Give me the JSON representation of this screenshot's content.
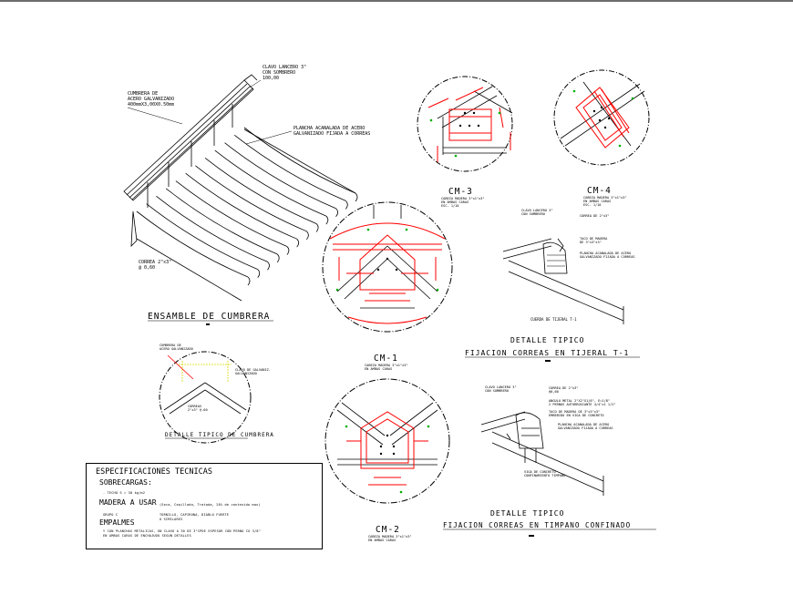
{
  "labels": {
    "ensamble": "ENSAMBLE DE CUMBRERA",
    "detalle_cumbrera": "DETALLE TIPICO DE CUMBRERA",
    "cm1": "CM-1",
    "cm2": "CM-2",
    "cm3": "CM-3",
    "cm4": "CM-4",
    "detalle_tijeral_1": "DETALLE TIPICO",
    "detalle_tijeral_2": "FIJACION CORREAS EN TIJERAL T-1",
    "detalle_timpano_1": "DETALLE TIPICO",
    "detalle_timpano_2": "FIJACION CORREAS EN TIMPANO CONFINADO",
    "cumbrera_note_1": "CUMBRERA DE",
    "cumbrera_note_2": "ACERO GALVANIZADO",
    "cumbrera_note_3": "400mmX3,00X0.50mm",
    "clavo_note_1": "CLAVO LANCERO 3\"",
    "clavo_note_2": "CON SOMBRERO",
    "clavo_note_3": "100,00",
    "plancha_note_1": "PLANCHA ACANALADA DE ACERO",
    "plancha_note_2": "GALVANIZADO FIJADA A CORREAS",
    "correa_note_1": "CORREA 2\"x3\"",
    "correa_note_2": "@ 0,60",
    "cm3_note_1": "CABEZA MADERA 3\"x1\"x3\"",
    "cm3_note_2": "EN AMBAS CARAS",
    "cm3_note_3": "ESC. 1/10",
    "cm4_note_1": "CABEZA MADERA 3\"x1\"x3\"",
    "cm4_note_2": "EN AMBAS CARAS",
    "cm4_note_3": "ESC. 1/10",
    "cm1_note_1": "CABEZA MADERA 3\"x1\"x3\"",
    "cm1_note_2": "EN AMBAS CARAS",
    "cm2_note_1": "CABEZA MADERA 3\"x1\"x3\"",
    "cm2_note_2": "EN AMBAS CARAS",
    "tij_note_1": "CLAVO LANCERO 3\"",
    "tij_note_2": "CON SOMBRERO",
    "tij_note_3": "CORREA DE 2\"x3\"",
    "tij_note_4": "TACO DE MADERA",
    "tij_note_5": "DE 3\"x3\"x3\"",
    "tij_note_6": "PLANCHA ACANALADA DE ACERO",
    "tij_note_7": "GALVANIZADO FIJADA A CORREAS",
    "tij_note_8": "CUERDA DE TIJERAL T-1",
    "tim_note_1": "CLAVO LANCERO 3\"",
    "tim_note_2": "CON SOMBRERO",
    "tim_note_3": "CORREA DE 2\"x3\"",
    "tim_note_4": "@0,60",
    "tim_note_5": "ANGULO METAL 2\"X2\"X1/8\", E=1/8\"",
    "tim_note_6": "2 PERNOS AUTORROSCANTE 4/4\"x1 1/2\"",
    "tim_note_7": "TACO DE MADERA DE 3\"x3\"x3\"",
    "tim_note_8": "EMBEBIDO EN VIGA DE CONCRETO",
    "tim_note_9": "PLANCHA ACANALADA DE ACERO",
    "tim_note_10": "GALVANIZADO FIJADA A CORREAS",
    "tim_note_11": "VIGA DE CONCRETO",
    "tim_note_12": "CONFINAMIENTO TIMPANO",
    "det_note_1": "CUMBRERA DE",
    "det_note_2": "ACERO GALVANIZADO",
    "det_note_3": "CLAVO DE GALVANIZ.",
    "det_note_4": "GALVANIZADO",
    "det_note_5": "CORREAS",
    "det_note_6": "2\"x3\" @.60"
  },
  "spec": {
    "title": "ESPECIFICACIONES TECNICAS",
    "sobrecargas": "SOBRECARGAS:",
    "sobrecargas_val": "- TECHO S = 30 kg/m2",
    "madera": "MADERA A USAR",
    "madera_val": "(Seca, Cepillada, Tratada, 20% de contenido max)",
    "grupo_label": "GRUPO C",
    "grupo_val_1": "TORNILLO, CAPIRONA, DIABLO FUERTE",
    "grupo_val_2": "O SIMILARES",
    "empalmes": "EMPALMES",
    "empalmes_val_1": "Y CON PLANCHAS METALICAS, UN CLAVO A 30 DE 3\"IPDE ESPESOR CON PERNO CO 3/8\"",
    "empalmes_val_2": "EN AMBAS CARAS DE ENCHAJUDO SEGUN DETALLES"
  },
  "colors": {
    "red": "#ff0000",
    "yellow": "#d6d600",
    "green": "#00b000",
    "line": "#000000"
  }
}
